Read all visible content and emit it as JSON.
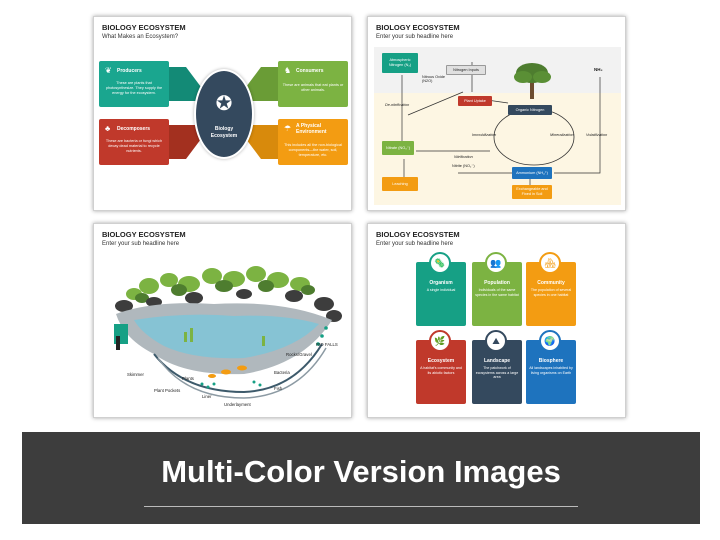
{
  "footer": {
    "title": "Multi-Color Version Images"
  },
  "slide1": {
    "title": "BIOLOGY ECOSYSTEM",
    "subtitle": "What Makes an Ecosystem?",
    "center": "Biology Ecosystem",
    "producers": {
      "title": "Producers",
      "desc": "These are plants that photosynthesize. They supply the energy for the ecosystem."
    },
    "decomposers": {
      "title": "Decomposers",
      "desc": "These are bacteria or fungi which decay dead material to recycle nutrients."
    },
    "consumers": {
      "title": "Consumers",
      "desc": "These are animals that eat plants or other animals."
    },
    "physical": {
      "title": "A Physical Environment",
      "desc": "This includes all the non-biological components—the water, soil, temperature, etc."
    },
    "colors": {
      "producers": "#1aa68f",
      "decomposers": "#c0392b",
      "consumers": "#7cb342",
      "physical": "#f39c12",
      "center": "#34495e"
    }
  },
  "slide2": {
    "title": "BIOLOGY ECOSYSTEM",
    "subtitle": "Enter your sub headline here",
    "atmospheric": "Atmospheric Nitrogen (N₂)",
    "nitrous": "Nitrous Oxide (N2O)",
    "nitrogen_inputs": "Nitrogen Inputs",
    "nh3": "NH₃",
    "plant_uptake": "Plant Uptake",
    "organic": "Organic Nitrogen",
    "denitrification": "De-nitrification",
    "nitrate": "Nitrate (NO₃⁻)",
    "immobilization": "Immobilization",
    "mineralization": "Mineralization",
    "volatilization": "Volatilization",
    "nitrification": "Nitrification",
    "nitrite": "Nitrite (NO₂⁻)",
    "ammonium": "Ammonium (NH₄⁺)",
    "leaching": "Leaching",
    "exchangeable": "Exchangeable and Fixed in Soil"
  },
  "slide3": {
    "title": "BIOLOGY ECOSYSTEM",
    "subtitle": "Enter your sub headline here",
    "labels": {
      "rio_falls": "RIO FALLS",
      "rocks": "Rocks/Gravel",
      "skimmer": "Skimmer",
      "plants": "Plants",
      "bacteria": "Bacteria",
      "plant_pockets": "Plant Pockets",
      "fish": "Fish",
      "liner": "Liner",
      "underlayment": "Underlayment"
    }
  },
  "slide4": {
    "title": "BIOLOGY ECOSYSTEM",
    "subtitle": "Enter your sub headline here",
    "cards": [
      {
        "title": "Organism",
        "desc": "A single individual",
        "color": "#16a085",
        "icon": "🦠"
      },
      {
        "title": "Population",
        "desc": "Individuals of the same species in the same habitat",
        "color": "#7cb342",
        "icon": "👥"
      },
      {
        "title": "Community",
        "desc": "The population of several species in one habitat",
        "color": "#f39c12",
        "icon": "🏘"
      },
      {
        "title": "Ecosystem",
        "desc": "A habitat's community and its abiotic factors",
        "color": "#c0392b",
        "icon": "🌿"
      },
      {
        "title": "Landscape",
        "desc": "The patchwork of ecosystems across a large area",
        "color": "#34495e",
        "icon": "⛰"
      },
      {
        "title": "Biosphere",
        "desc": "All landscapes inhabited by living organisms on Earth",
        "color": "#1e73be",
        "icon": "🌍"
      }
    ]
  }
}
